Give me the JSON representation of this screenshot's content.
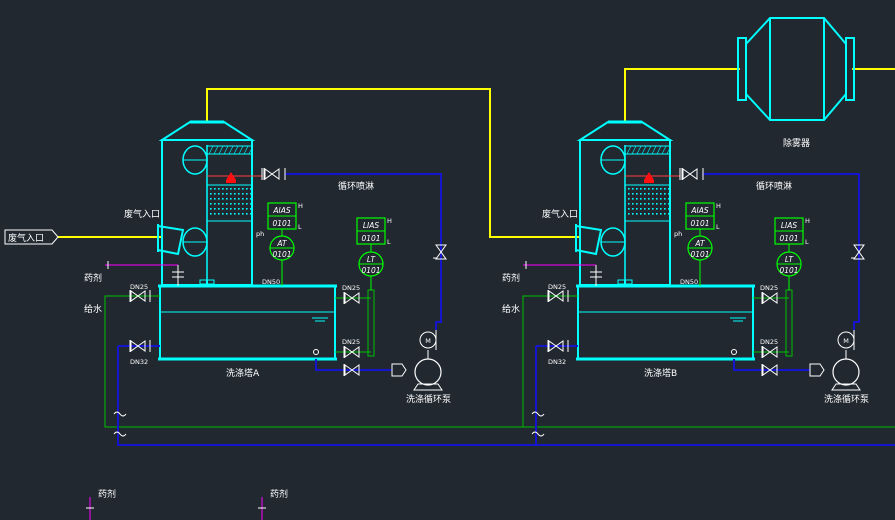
{
  "colors": {
    "background": "#212830",
    "vessel": "#00ffff",
    "gas_line": "#ffff00",
    "liquid_line": "#1515d0",
    "valve": "#ffffff",
    "instrument": "#00ff00",
    "spray": "#ff1010",
    "chemical_line": "#ff00ff",
    "water_line": "#00c000"
  },
  "labels": {
    "exhaust_inlet_main": "废气入口",
    "demister": "除雾器"
  },
  "towers": [
    {
      "exhaust_inlet": "废气入口",
      "spray_label": "循环喷淋",
      "tower_name": "洗涤塔A",
      "pump_name": "洗涤循环泵",
      "chemical": "药剂",
      "water": "给水",
      "dn_top_left": "DN25",
      "dn_bottom_left": "DN32",
      "dn_outlet": "DN50",
      "dn_right_top": "DN25",
      "dn_right_bottom": "DN25",
      "ph": "ph",
      "aias_tag": "AIAS",
      "aias_num": "0101",
      "at_tag": "AT",
      "at_num": "0101",
      "lias_tag": "LIAS",
      "lias_num": "0101",
      "lt_tag": "LT",
      "lt_num": "0101",
      "h": "H",
      "l": "L",
      "m": "M"
    },
    {
      "exhaust_inlet": "废气入口",
      "spray_label": "循环喷淋",
      "tower_name": "洗涤塔B",
      "pump_name": "洗涤循环泵",
      "chemical": "药剂",
      "water": "给水",
      "dn_top_left": "DN25",
      "dn_bottom_left": "DN32",
      "dn_outlet": "DN50",
      "dn_right_top": "DN25",
      "dn_right_bottom": "DN25",
      "ph": "ph",
      "aias_tag": "AIAS",
      "aias_num": "0101",
      "at_tag": "AT",
      "at_num": "0101",
      "lias_tag": "LIAS",
      "lias_num": "0101",
      "lt_tag": "LT",
      "lt_num": "0101",
      "h": "H",
      "l": "L",
      "m": "M"
    }
  ],
  "bottom_chemicals": [
    "药剂",
    "药剂"
  ]
}
